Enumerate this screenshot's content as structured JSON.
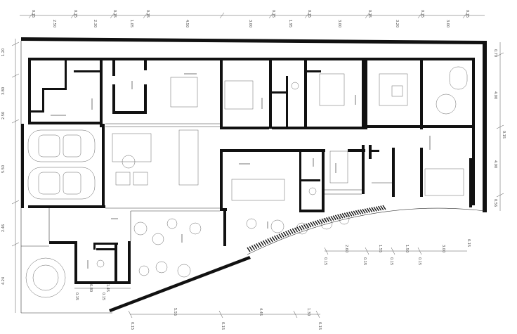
{
  "top_dims": {
    "level_labels": [
      "0.15",
      "0.15",
      "0.15",
      "0.15",
      "0.15",
      "0.15",
      "0.15",
      "0.15",
      "0.15"
    ],
    "span_labels": [
      "2.50",
      "2.30",
      "1.05",
      "4.50",
      "3.00",
      "1.95",
      "3.00",
      "3.20",
      "3.00"
    ]
  },
  "left_dims": {
    "labels": [
      "1.20",
      "3.80",
      "2.50",
      "5.50",
      "2.46",
      "4.24"
    ]
  },
  "right_dims": {
    "labels": [
      "0.70",
      "4.00",
      "0.15",
      "4.00",
      "0.56"
    ]
  },
  "mid_bottom_dims": {
    "span_labels": [
      "2.60",
      "1.55",
      "1.50",
      "3.00"
    ],
    "level_labels": [
      "0.15",
      "0.15",
      "0.15",
      "0.15"
    ],
    "end_label": "0.15"
  },
  "bottom_dims": {
    "span_labels": [
      "5.55",
      "4.45",
      "1.30"
    ],
    "level_labels": [
      "0.15",
      "0.15",
      "0.15"
    ]
  },
  "small_dims": {
    "labels": [
      "0.80",
      "1.45",
      "0.15",
      "0.15"
    ]
  }
}
